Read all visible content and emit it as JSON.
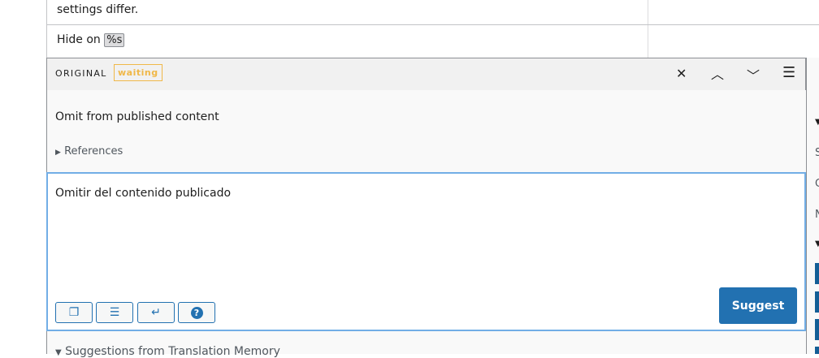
{
  "rows": {
    "prev_text": "settings differ.",
    "hide_on": "Hide on",
    "hide_code": "%s"
  },
  "editor": {
    "original_label": "ORIGINAL",
    "status_badge": "waiting",
    "original_text": "Omit from published content",
    "references_label": "References",
    "translation": "Omitir del contenido publicado",
    "suggest_label": "Suggest",
    "suggestions_label": "Suggestions from Translation Memory"
  },
  "sidebar": {
    "letters": [
      "S",
      "C",
      "N"
    ]
  },
  "colors": {
    "accent": "#2271b1",
    "badge": "#f0b849",
    "focus": "#72aee6"
  }
}
